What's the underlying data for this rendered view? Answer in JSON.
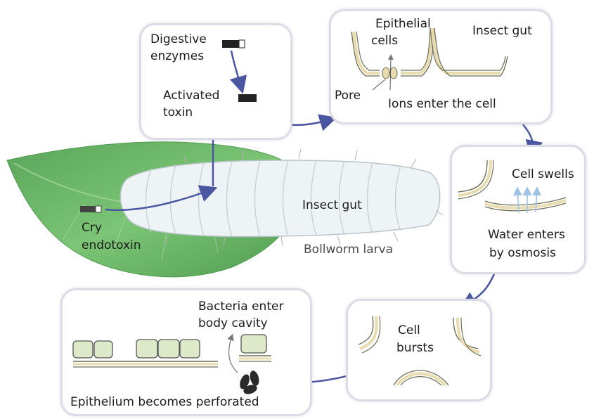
{
  "labels": {
    "digestive_enzymes": [
      "Digestive",
      "enzymes"
    ],
    "activated_toxin": [
      "Activated",
      "toxin"
    ],
    "epithelial_cells": [
      "Epithelial",
      "cells"
    ],
    "insect_gut_top": "Insect gut",
    "pore": "Pore",
    "ions_enter": "Ions enter the cell",
    "cell_swells": "Cell swells",
    "water_enters": [
      "Water enters",
      "by osmosis"
    ],
    "cell_bursts": [
      "Cell",
      "bursts"
    ],
    "bacteria_enter": [
      "Bacteria enter",
      "body cavity"
    ],
    "epithelium_perforated": "Epithelium becomes perforated",
    "cry_endotoxin": [
      "Cry",
      "endotoxin"
    ],
    "insect_gut_larva": "Insect gut",
    "bollworm_larva": "Bollworm larva"
  },
  "colors": {
    "arrow": "#4a56a0",
    "leaf": "#6fbf6a",
    "leaf_dark": "#4e9a4f",
    "larva": "#eef3f5",
    "membrane": "#e8dcae",
    "membrane_line": "#6e6e58",
    "cell_fill": "#dde9c8",
    "bacteria": "#2a2a2a",
    "panel_border": "#dcdce6",
    "water_arrow": "#9ec2e6"
  }
}
